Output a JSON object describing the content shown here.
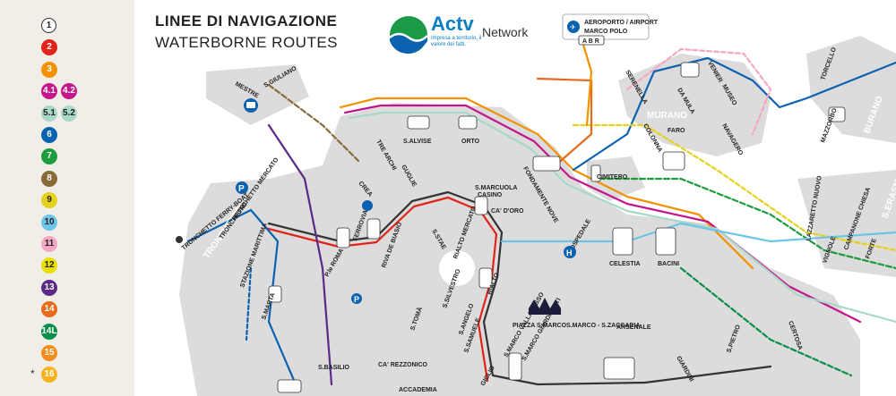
{
  "title": {
    "line1": "LINEE DI NAVIGAZIONE",
    "line2": "WATERBORNE ROUTES"
  },
  "brand": {
    "name": "Actv",
    "tagline": "Impresa a territorio, il valore dei fatti.",
    "network": "Network"
  },
  "legend": [
    {
      "label": "1",
      "color": "#ffffff",
      "style": "outline"
    },
    {
      "label": "2",
      "color": "#e2231a"
    },
    {
      "label": "3",
      "color": "#f39200"
    },
    {
      "label": "4.1",
      "color": "#c3168b",
      "label2": "4.2",
      "color2": "#c3168b"
    },
    {
      "label": "5.1",
      "color": "#a8d8c8",
      "label2": "5.2",
      "color2": "#a8d8c8",
      "light": true
    },
    {
      "label": "6",
      "color": "#0b62b0"
    },
    {
      "label": "7",
      "color": "#1e9b3d"
    },
    {
      "label": "8",
      "color": "#8a6a3b"
    },
    {
      "label": "9",
      "color": "#e6d21c",
      "light": true
    },
    {
      "label": "10",
      "color": "#6ec4e8",
      "light": true
    },
    {
      "label": "11",
      "color": "#f4a7c5",
      "light": true
    },
    {
      "label": "12",
      "color": "#e9e000",
      "light": true
    },
    {
      "label": "13",
      "color": "#5b2a86"
    },
    {
      "label": "14",
      "color": "#e66b1a"
    },
    {
      "label": "14L",
      "color": "#0a8f4a"
    },
    {
      "label": "15",
      "color": "#f28c1c"
    },
    {
      "label": "16",
      "color": "#f7b21c",
      "star": "*"
    }
  ],
  "places": {
    "airport": "AEROPORTO / AIRPORT",
    "airport2": "MARCO POLO",
    "airport_lines": "A B R",
    "murano": "MURANO",
    "mestre": "MESTRE",
    "sgiuliano": "S.GIULIANO",
    "tronchetto": "TRONCHETTO",
    "tronchetto_ferry": "TRONCHETTO FERRY-BOAT",
    "tronchetto_mercato": "TRONCHETTO MERCATO",
    "tronchetto2": "TRONCHETTO",
    "stazione_marittima": "STAZIONE MARITTIMA",
    "smarta": "S.MARTA",
    "piazzale_roma": "P.le ROMA",
    "ferrovia": "FERROVIA",
    "riva_biasio": "RIVA DE BIASIO",
    "salvise": "S.ALVISE",
    "orto": "ORTO",
    "tre_archi": "TRE ARCHI",
    "guglie": "GUGLIE",
    "crea": "CREA",
    "smarcuola": "S.MARCUOLA",
    "casino": "CASINO",
    "cadoro": "CA' D'ORO",
    "sstae": "S.STAE",
    "rialto_mercato": "RIALTO MERCATO",
    "rialto": "RIALTO",
    "ssilvestro": "S.SILVESTRO",
    "stoma": "S.TOMÀ",
    "sangelo": "S.ANGELO",
    "ssamuele": "S.SAMUELE",
    "ca_rezzonico": "CA' REZZONICO",
    "accademia": "ACCADEMIA",
    "sbasilio": "S.BASILIO",
    "giglio": "GIGLIO",
    "smarco_vallaresso": "S.MARCO VALLARESSO",
    "smarco_giardinetti": "S.MARCO GIARDINETTI",
    "piazza_smarco": "PIAZZA S.MARCO",
    "smarco_zaccaria": "S.MARCO - S.ZACCARIA",
    "arsenale": "ARSENALE",
    "giardini": "GIARDINI",
    "fondamente_nove": "FONDAMENTE NOVE",
    "cimitero": "CIMITERO",
    "ospedale": "OSPEDALE",
    "celestia": "CELESTIA",
    "bacini": "BACINI",
    "serenella": "SERENELLA",
    "venier": "VENIER",
    "museo": "MUSEO",
    "da_mula": "DA MULA",
    "colonna": "COLONNA",
    "faro": "FARO",
    "navagero": "NAVAGERO",
    "torcello": "TORCELLO",
    "burano": "BURANO",
    "mazzorbo": "MAZZORBO",
    "lazzaretto": "LAZZARETTO NUOVO",
    "vignole": "VIGNOLE",
    "campalto": "CAMPANONE CHIESA",
    "forte": "FORTE",
    "santerasmo": "S.ERASMO",
    "spietro": "S.PIETRO",
    "certosa": "CERTOSA"
  }
}
